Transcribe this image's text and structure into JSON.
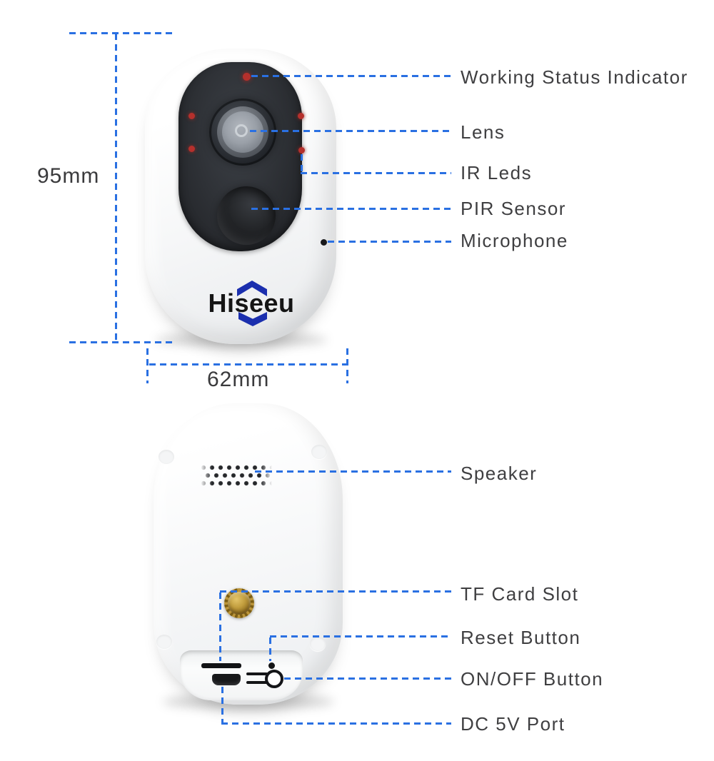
{
  "front_view": {
    "logo_text": "Hiseeu",
    "dimension_height": "95mm",
    "dimension_width": "62mm",
    "labels": [
      "Working Status Indicator",
      "Lens",
      "IR Leds",
      "PIR Sensor",
      "Microphone"
    ]
  },
  "back_view": {
    "labels": [
      "Speaker",
      "TF Card Slot",
      "Reset Button",
      "ON/OFF Button",
      "DC 5V Port"
    ]
  },
  "colors": {
    "leader_line": "#2a70e2",
    "ir_led_red": "#b5302c",
    "logo_blue": "#1b2fae",
    "label_text": "#3f3f41"
  }
}
